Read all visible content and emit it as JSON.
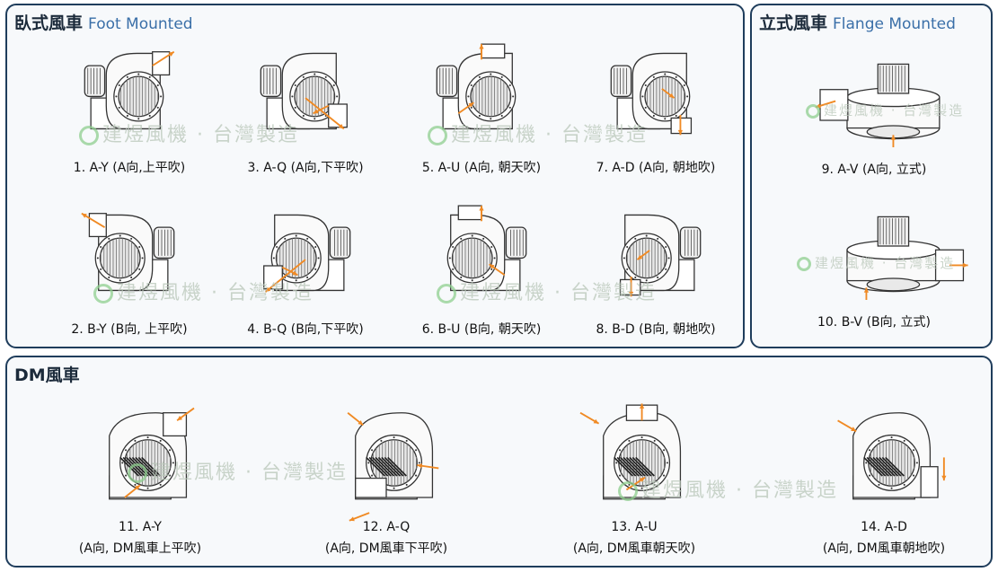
{
  "sections": {
    "foot": {
      "title_zh": "臥式風車",
      "title_en": "Foot Mounted"
    },
    "flange": {
      "title_zh": "立式風車",
      "title_en": "Flange Mounted"
    },
    "dm": {
      "title_zh": "DM風車",
      "title_en": ""
    }
  },
  "watermark": "建煜風機 · 台灣製造",
  "foot_items": [
    {
      "caption": "1. A-Y (A向,上平吹)"
    },
    {
      "caption": "3. A-Q (A向,下平吹)"
    },
    {
      "caption": "5. A-U (A向, 朝天吹)"
    },
    {
      "caption": "7. A-D (A向, 朝地吹)"
    },
    {
      "caption": "2. B-Y (B向, 上平吹)"
    },
    {
      "caption": "4. B-Q (B向,下平吹)"
    },
    {
      "caption": "6. B-U (B向, 朝天吹)"
    },
    {
      "caption": "8. B-D (B向, 朝地吹)"
    }
  ],
  "flange_items": [
    {
      "caption": "9. A-V (A向, 立式)"
    },
    {
      "caption": "10. B-V (B向, 立式)"
    }
  ],
  "dm_items": [
    {
      "code": "11. A-Y",
      "desc": "(A向, DM風車上平吹)"
    },
    {
      "code": "12. A-Q",
      "desc": "(A向, DM風車下平吹)"
    },
    {
      "code": "13. A-U",
      "desc": "(A向, DM風車朝天吹)"
    },
    {
      "code": "14. A-D",
      "desc": "(A向, DM風車朝地吹)"
    }
  ],
  "colors": {
    "border": "#1f3d5c",
    "arrow": "#f08a24",
    "title_en": "#3a6fa8",
    "line": "#333333"
  },
  "icons": {
    "fan": "centrifugal-fan-icon",
    "arrow": "airflow-arrow-icon"
  }
}
